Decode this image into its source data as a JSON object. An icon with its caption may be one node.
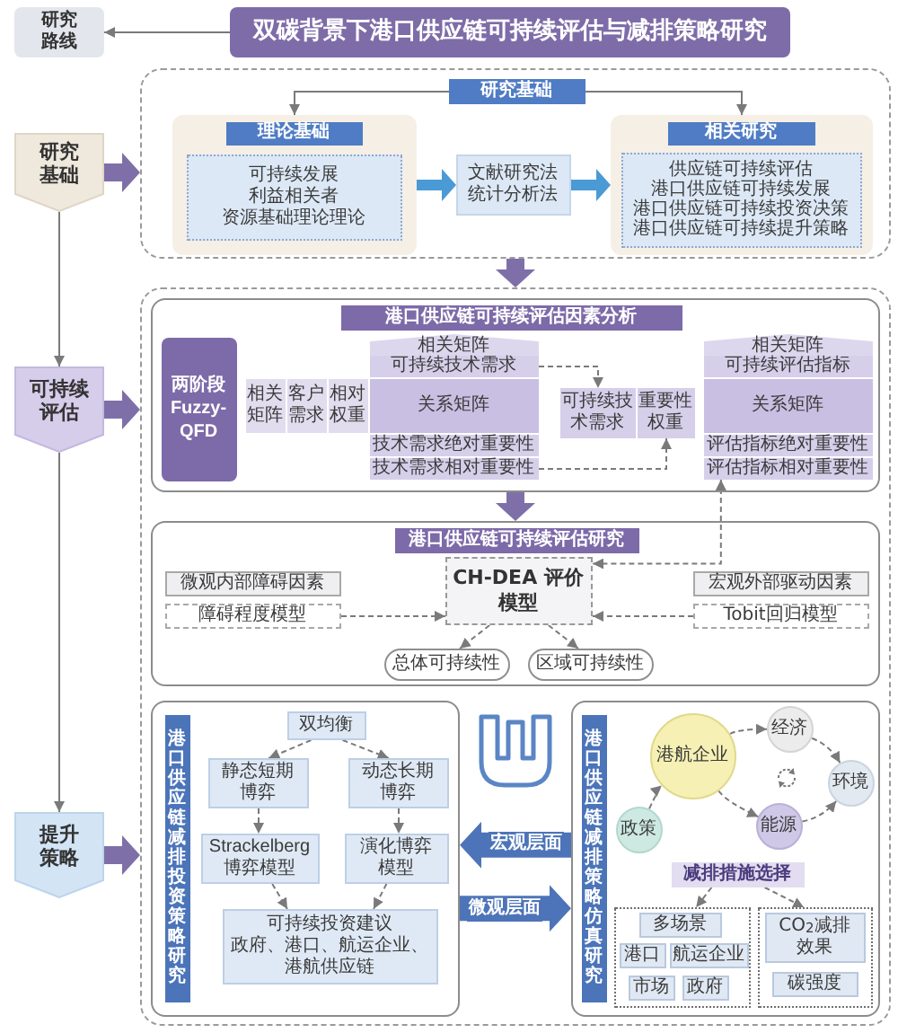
{
  "diagram": {
    "nodes": [
      {
        "text": [
          "研究路线"
        ]
      },
      {
        "text": [
          "双碳背景下港口供应链可持续评估与减排策略研究"
        ]
      },
      {
        "text": [
          "研究基础"
        ]
      },
      {
        "text": [
          "可持续评估"
        ]
      },
      {
        "text": [
          "提升策略"
        ]
      },
      {
        "text": [],
        "shape": "box"
      },
      {
        "text": [
          "研究基础"
        ],
        "in": 5
      },
      {
        "text": [],
        "shape": "box",
        "in": 5
      },
      {
        "text": [
          "理论基础"
        ],
        "in": 7
      },
      {
        "text": [
          "可持续发展",
          "利益相关者",
          "资源基础理论理论"
        ],
        "in": 7
      },
      {
        "text": [
          "文献研究法",
          "统计分析法"
        ],
        "in": 5
      },
      {
        "text": [],
        "shape": "box",
        "in": 5
      },
      {
        "text": [
          "相关研究"
        ],
        "in": 11
      },
      {
        "text": [
          "供应链可持续评估",
          "港口供应链可持续发展",
          "港口供应链可持续投资决策",
          "港口供应链可持续提升策略"
        ],
        "in": 11
      },
      {
        "text": [],
        "shape": "box"
      },
      {
        "text": [],
        "shape": "box",
        "in": 14
      },
      {
        "text": [
          "港口供应链可持续评估因素分析"
        ],
        "in": 15
      },
      {
        "text": [
          "两阶段Fuzzy-QFD"
        ],
        "in": 15
      },
      {
        "text": [
          "相关矩阵"
        ],
        "in": 15
      },
      {
        "text": [
          "客户需求"
        ],
        "in": 15
      },
      {
        "text": [
          "相对权重"
        ],
        "in": 15
      },
      {
        "text": [
          "相关矩阵"
        ],
        "in": 15
      },
      {
        "text": [
          "可持续技术需求"
        ],
        "in": 15
      },
      {
        "text": [
          "关系矩阵"
        ],
        "in": 15
      },
      {
        "text": [
          "技术需求绝对重要性"
        ],
        "in": 15
      },
      {
        "text": [
          "技术需求相对重要性"
        ],
        "in": 15
      },
      {
        "text": [
          "可持续技术需求"
        ],
        "in": 15
      },
      {
        "text": [
          "重要性权重"
        ],
        "in": 15
      },
      {
        "text": [
          "相关矩阵"
        ],
        "in": 15
      },
      {
        "text": [
          "可持续评估指标"
        ],
        "in": 15
      },
      {
        "text": [
          "关系矩阵"
        ],
        "in": 15
      },
      {
        "text": [
          "评估指标绝对重要性"
        ],
        "in": 15
      },
      {
        "text": [
          "评估指标相对重要性"
        ],
        "in": 15
      },
      {
        "text": [],
        "shape": "box",
        "in": 14
      },
      {
        "text": [
          "港口供应链可持续评估研究"
        ],
        "in": 33
      },
      {
        "text": [
          "微观内部障碍因素"
        ],
        "in": 33
      },
      {
        "text": [
          "障碍程度模型"
        ],
        "in": 33
      },
      {
        "text": [
          "CH-DEA 评价模型"
        ],
        "in": 33
      },
      {
        "text": [
          "宏观外部驱动因素"
        ],
        "in": 33
      },
      {
        "text": [
          "Tobit回归模型"
        ],
        "in": 33
      },
      {
        "text": [
          "总体可持续性"
        ],
        "in": 33
      },
      {
        "text": [
          "区域可持续性"
        ],
        "in": 33
      },
      {
        "text": [],
        "shape": "box",
        "in": 14
      },
      {
        "text": [
          "港口供应链减排投资策略研究"
        ],
        "in": 42
      },
      {
        "text": [
          "双均衡"
        ],
        "in": 42
      },
      {
        "text": [
          "静态短期博弈"
        ],
        "in": 42
      },
      {
        "text": [
          "动态长期博弈"
        ],
        "in": 42
      },
      {
        "text": [
          "Strackelberg博弈模型"
        ],
        "in": 42
      },
      {
        "text": [
          "演化博弈模型"
        ],
        "in": 42
      },
      {
        "text": [
          "可持续投资建议",
          "政府、港口、航运企业、港航供应链"
        ],
        "in": 42
      },
      {
        "text": [],
        "shape": "box",
        "in": 14
      },
      {
        "text": [
          "港口供应链减排策略仿真研究"
        ],
        "in": 50
      },
      {
        "text": [
          "港航企业"
        ],
        "in": 50
      },
      {
        "text": [
          "经济"
        ],
        "in": 50
      },
      {
        "text": [
          "环境"
        ],
        "in": 50
      },
      {
        "text": [
          "能源"
        ],
        "in": 50
      },
      {
        "text": [
          "政策"
        ],
        "in": 50
      },
      {
        "text": [
          "减排措施选择"
        ],
        "in": 50
      },
      {
        "text": [],
        "shape": "box",
        "in": 50
      },
      {
        "text": [
          "多场景"
        ],
        "in": 58
      },
      {
        "text": [
          "港口"
        ],
        "in": 58
      },
      {
        "text": [
          "航运企业"
        ],
        "in": 58
      },
      {
        "text": [
          "市场"
        ],
        "in": 58
      },
      {
        "text": [
          "政府"
        ],
        "in": 58
      },
      {
        "text": [],
        "shape": "box",
        "in": 50
      },
      {
        "text": [
          "CO$_{2}$减排效果"
        ],
        "in": 64
      },
      {
        "text": [
          "碳强度"
        ],
        "in": 64
      }
    ],
    "edges": [
      {
        "from": 1,
        "to": 0,
        "arrow": "to"
      },
      {
        "from": 2,
        "to": 3,
        "arrow": "to"
      },
      {
        "from": 3,
        "to": 4,
        "arrow": "to"
      },
      {
        "from": 2,
        "to": 5,
        "arrow": "to",
        "style": "thick",
        "color": "#7f6fa8"
      },
      {
        "from": 3,
        "to": 14,
        "arrow": "to",
        "style": "thick",
        "color": "#7f6fa8"
      },
      {
        "from": 4,
        "to": 14,
        "arrow": "to",
        "style": "thick",
        "color": "#7f6fa8"
      },
      {
        "from": 6,
        "to": 7,
        "arrow": "to"
      },
      {
        "from": 6,
        "to": 11,
        "arrow": "to"
      },
      {
        "from": 7,
        "to": 10,
        "arrow": "to",
        "style": "thick",
        "color": "#4a9ad6"
      },
      {
        "from": 10,
        "to": 11,
        "arrow": "to",
        "style": "thick",
        "color": "#4a9ad6"
      },
      {
        "from": 5,
        "to": 14,
        "arrow": "to",
        "style": "thick",
        "color": "#7f6fa8"
      },
      {
        "from": 15,
        "to": 33,
        "arrow": "to",
        "style": "thick",
        "color": "#7f6fa8"
      },
      {
        "from": 22,
        "to": 26,
        "arrow": "to",
        "style": "dashed"
      },
      {
        "from": 25,
        "to": 27,
        "arrow": "to",
        "style": "dashed"
      },
      {
        "from": 32,
        "to": 37,
        "arrow": "both",
        "style": "dashed"
      },
      {
        "from": 36,
        "to": 37,
        "arrow": "to",
        "style": "dashed"
      },
      {
        "from": 39,
        "to": 37,
        "arrow": "to",
        "style": "dashed"
      },
      {
        "from": 37,
        "to": 40,
        "arrow": "to",
        "style": "dashed"
      },
      {
        "from": 37,
        "to": 41,
        "arrow": "to",
        "style": "dashed"
      },
      {
        "from": 44,
        "to": 45,
        "arrow": "to",
        "style": "dashed"
      },
      {
        "from": 44,
        "to": 46,
        "arrow": "to",
        "style": "dashed"
      },
      {
        "from": 45,
        "to": 47,
        "arrow": "to",
        "style": "dashed"
      },
      {
        "from": 46,
        "to": 48,
        "arrow": "to",
        "style": "dashed"
      },
      {
        "from": 47,
        "to": 49,
        "arrow": "to",
        "style": "dashed"
      },
      {
        "from": 48,
        "to": 49,
        "arrow": "to",
        "style": "dashed"
      },
      {
        "from": 50,
        "to": 42,
        "arrow": "to",
        "label": "宏观层面",
        "style": "thick",
        "color": "#4d74b8"
      },
      {
        "from": 42,
        "to": 50,
        "arrow": "to",
        "label": "微观层面",
        "style": "thick",
        "color": "#4d74b8"
      },
      {
        "from": 56,
        "to": 52,
        "arrow": "to",
        "style": "dashed"
      },
      {
        "from": 52,
        "to": 53,
        "arrow": "to",
        "style": "dashed"
      },
      {
        "from": 53,
        "to": 54,
        "arrow": "to",
        "style": "dashed"
      },
      {
        "from": 55,
        "to": 54,
        "arrow": "to",
        "style": "dashed"
      },
      {
        "from": 52,
        "to": 55,
        "arrow": "to",
        "style": "dashed"
      },
      {
        "from": 57,
        "to": 58,
        "arrow": "to",
        "style": "dashed"
      },
      {
        "from": 57,
        "to": 64,
        "arrow": "to",
        "style": "dashed"
      }
    ]
  }
}
